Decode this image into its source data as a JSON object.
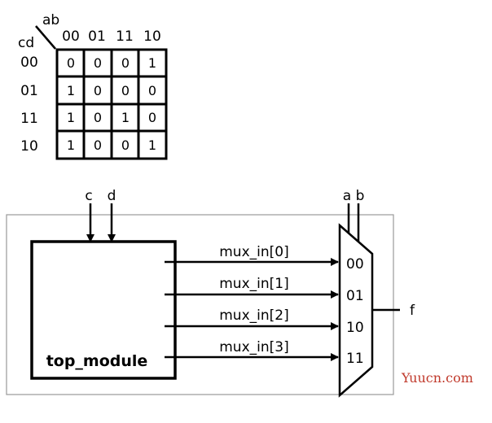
{
  "kmap": {
    "col_var": "ab",
    "row_var": "cd",
    "col_headers": [
      "00",
      "01",
      "11",
      "10"
    ],
    "row_headers": [
      "00",
      "01",
      "11",
      "10"
    ],
    "cells": [
      [
        "0",
        "0",
        "0",
        "1"
      ],
      [
        "1",
        "0",
        "0",
        "0"
      ],
      [
        "1",
        "0",
        "1",
        "0"
      ],
      [
        "1",
        "0",
        "0",
        "1"
      ]
    ]
  },
  "circuit": {
    "module_name": "top_module",
    "inputs_top": [
      "c",
      "d"
    ],
    "select_inputs": [
      "a",
      "b"
    ],
    "wires": [
      "mux_in[0]",
      "mux_in[1]",
      "mux_in[2]",
      "mux_in[3]"
    ],
    "mux_ports": [
      "00",
      "01",
      "10",
      "11"
    ],
    "output": "f"
  },
  "watermark": "Yuucn.com"
}
